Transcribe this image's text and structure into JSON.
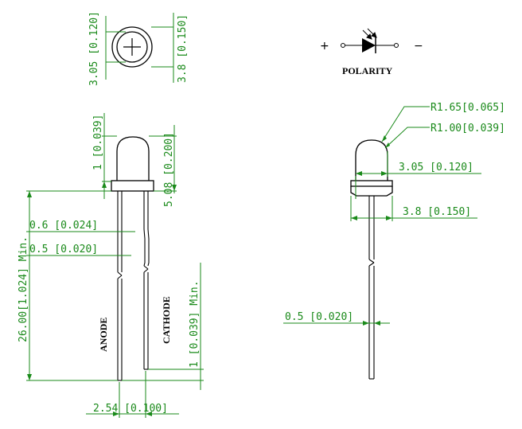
{
  "colors": {
    "dimension": "#1a8a1a",
    "outline": "#000000",
    "background": "#ffffff"
  },
  "polarity": {
    "plus": "+",
    "minus": "−",
    "label": "POLARITY"
  },
  "top_view": {
    "dim_inner": "3.05 [0.120]",
    "dim_outer": "3.8 [0.150]"
  },
  "side_view": {
    "dim_dome": "1 [0.039]",
    "dim_body": "5.08 [0.200]",
    "dim_lead_upper": "0.6 [0.024]",
    "dim_lead_lower": "0.5 [0.020]",
    "dim_length": "26.00[1.024] Min.",
    "dim_bottom": "1 [0.039] Min.",
    "dim_pitch": "2.54 [0.100]",
    "anode_label": "ANODE",
    "cathode_label": "CATHODE"
  },
  "front_view": {
    "dim_r_outer": "R1.65[0.065]",
    "dim_r_inner": "R1.00[0.039]",
    "dim_lens": "3.05 [0.120]",
    "dim_flange": "3.8 [0.150]",
    "dim_lead": "0.5 [0.020]"
  }
}
